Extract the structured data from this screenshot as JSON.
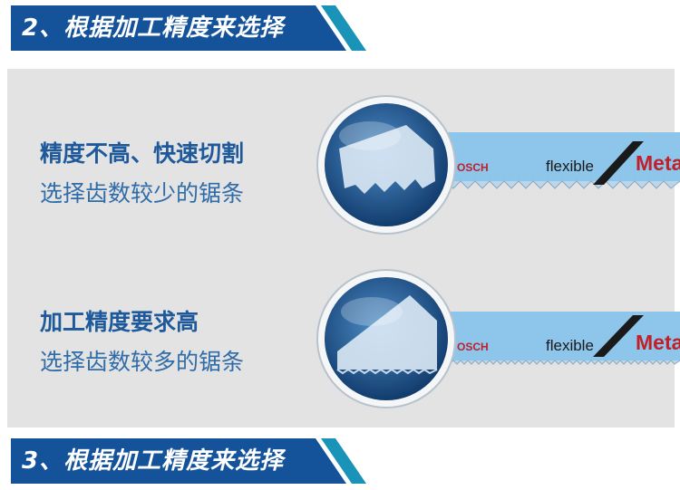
{
  "section1": {
    "title": "2、根据加工精度来选择"
  },
  "section2": {
    "title": "3、根据加工精度来选择"
  },
  "items": [
    {
      "heading": "精度不高、快速切割",
      "detail": "选择齿数较少的锯条",
      "blade_brand": "OSCH",
      "blade_text": "flexible",
      "blade_tag": "Meta"
    },
    {
      "heading": "加工精度要求高",
      "detail": "选择齿数较多的锯条",
      "blade_brand": "OSCH",
      "blade_text": "flexible",
      "blade_tag": "Meta"
    }
  ],
  "colors": {
    "banner": "#14529a",
    "accent": "#1a93b8",
    "text": "#1e5a9b",
    "blade": "#8ec5ea",
    "panel": "#e3e3e3"
  }
}
